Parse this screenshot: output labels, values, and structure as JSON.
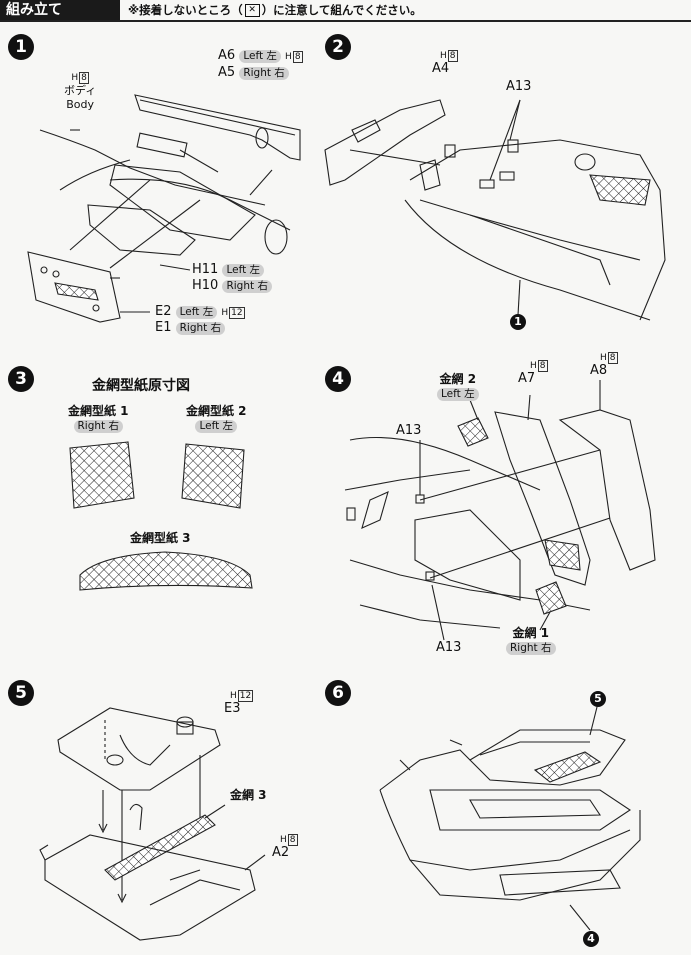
{
  "header": {
    "title": "組み立て",
    "note_pre": "※接着しないところ（",
    "note_symbol": "✕",
    "note_post": "）に注意して組んでください。"
  },
  "steps": {
    "s1": {
      "num": "1",
      "a6": "A6",
      "a6_side": "Left 左",
      "a6_h": "H",
      "a6_hn": "8",
      "a5": "A5",
      "a5_side": "Right 右",
      "body_h": "H",
      "body_hn": "8",
      "body_jp": "ボディ",
      "body_en": "Body",
      "h11": "H11",
      "h11_side": "Left 左",
      "h10": "H10",
      "h10_side": "Right 右",
      "e2": "E2",
      "e2_side": "Left 左",
      "e2_h": "H",
      "e2_hn": "12",
      "e1": "E1",
      "e1_side": "Right 右"
    },
    "s2": {
      "num": "2",
      "a4_h": "H",
      "a4_hn": "8",
      "a4": "A4",
      "a13": "A13",
      "ref": "1"
    },
    "s3": {
      "num": "3",
      "title": "金網型紙原寸図",
      "p1": "金網型紙 1",
      "p1_side": "Right 右",
      "p2": "金網型紙 2",
      "p2_side": "Left 左",
      "p3": "金網型紙 3"
    },
    "s4": {
      "num": "4",
      "kanaami2": "金網 2",
      "kanaami2_side": "Left 左",
      "a7_h": "H",
      "a7_hn": "8",
      "a7": "A7",
      "a8_h": "H",
      "a8_hn": "8",
      "a8": "A8",
      "a13_top": "A13",
      "a13_bottom": "A13",
      "kanaami1": "金網 1",
      "kanaami1_side": "Right 右"
    },
    "s5": {
      "num": "5",
      "e3_h": "H",
      "e3_hn": "12",
      "e3": "E3",
      "kanaami3": "金網 3",
      "a2_h": "H",
      "a2_hn": "8",
      "a2": "A2"
    },
    "s6": {
      "num": "6",
      "ref_top": "5",
      "ref_bottom": "4"
    }
  }
}
